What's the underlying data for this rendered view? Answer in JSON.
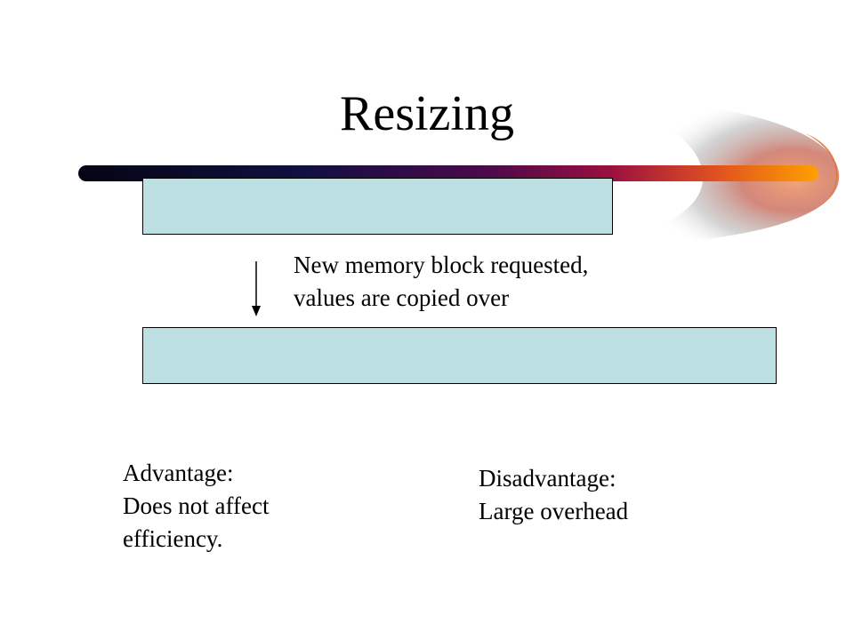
{
  "slide": {
    "title": "Resizing",
    "note": {
      "line1": "New memory block requested,",
      "line2": "values are copied over"
    },
    "advantage": {
      "line1": "Advantage:",
      "line2": "Does not affect",
      "line3": "efficiency."
    },
    "disadvantage": {
      "line1": "Disadvantage:",
      "line2": "Large overhead"
    },
    "colors": {
      "block_fill": "#bde0e3",
      "block_border": "#000000",
      "swoosh_start": "#050514",
      "swoosh_mid": "#7a0f4a",
      "swoosh_end": "#ff9a00"
    },
    "icons": {
      "down_arrow": "down-arrow-icon",
      "swoosh": "comet-swoosh-decoration"
    }
  }
}
